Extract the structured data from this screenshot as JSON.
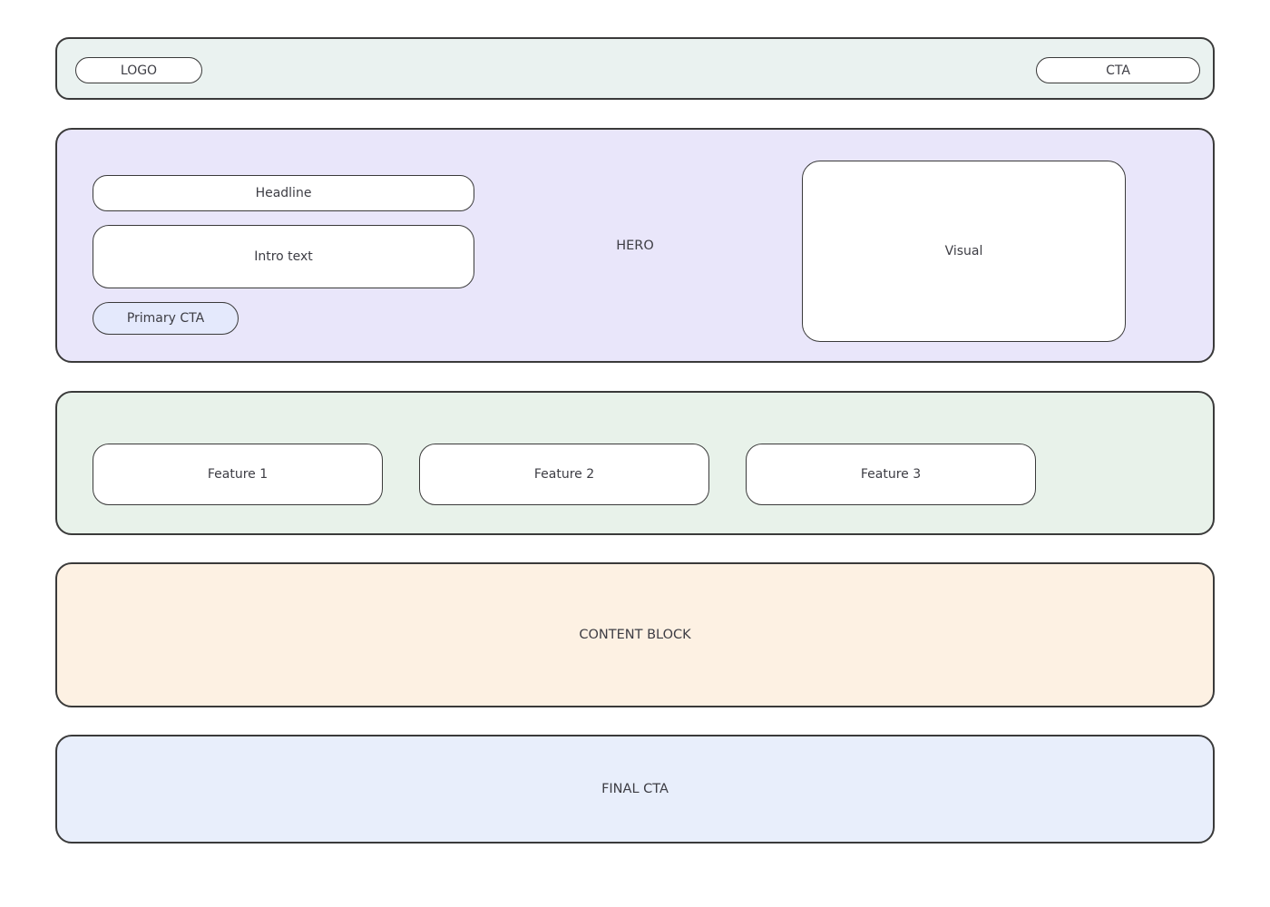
{
  "topbar": {
    "logo_label": "LOGO",
    "cta_label": "CTA",
    "bg": "#eaf2f0"
  },
  "hero": {
    "label": "HERO",
    "headline_label": "Headline",
    "intro_label": "Intro text",
    "primary_cta_label": "Primary CTA",
    "visual_label": "Visual",
    "bg": "#e9e6fa"
  },
  "features": {
    "bg": "#e8f2ea",
    "items": [
      {
        "label": "Feature 1"
      },
      {
        "label": "Feature 2"
      },
      {
        "label": "Feature 3"
      }
    ]
  },
  "content_block": {
    "label": "CONTENT BLOCK",
    "bg": "#fdf1e3"
  },
  "final_cta": {
    "label": "FINAL CTA",
    "bg": "#e8eefb"
  },
  "colors": {
    "border": "#3a3a3a",
    "text": "#3d3d44",
    "card_bg": "#ffffff",
    "primary_cta_bg": "#e4e9fc"
  }
}
